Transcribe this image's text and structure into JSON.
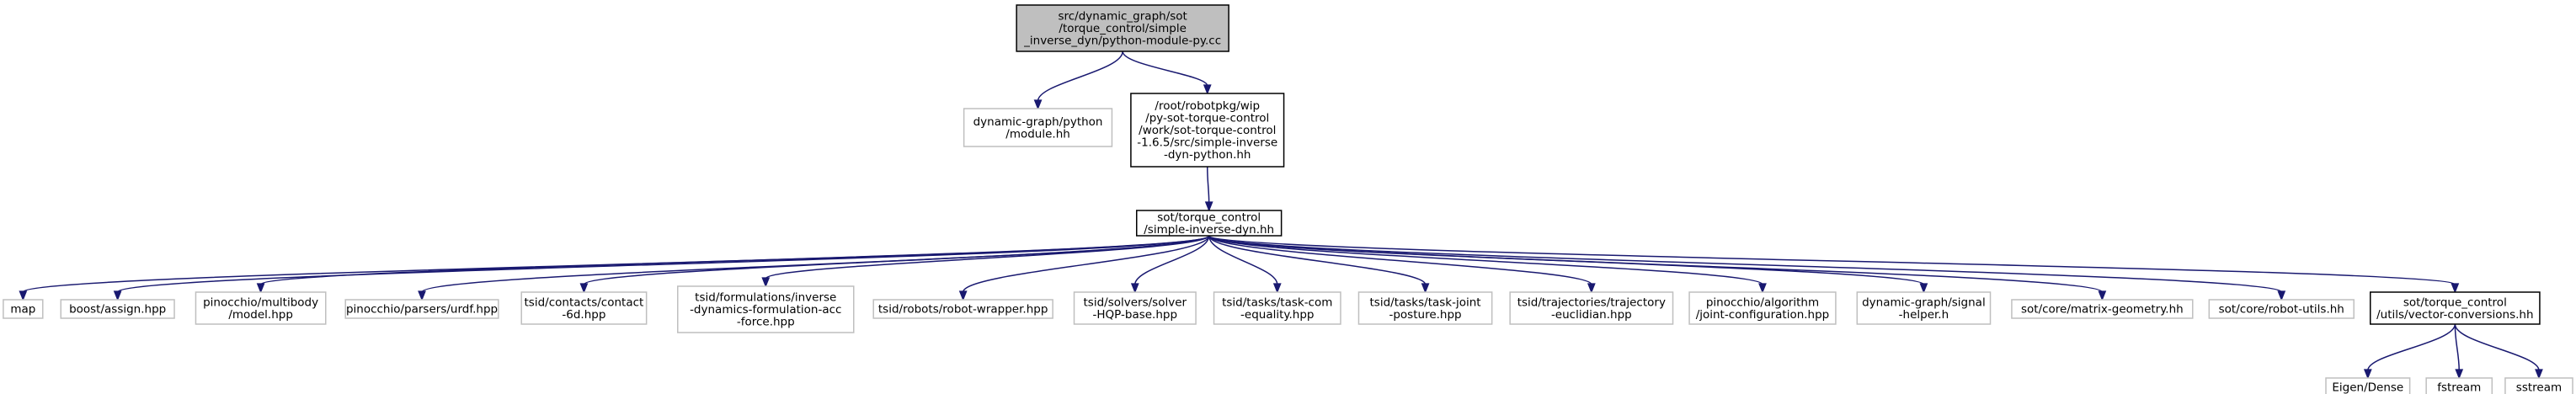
{
  "diagram": {
    "type": "include-dependency-graph",
    "colors": {
      "edge": "#191970",
      "root_fill": "#bfbfbf",
      "linked_border": "#000000",
      "plain_border": "#bfbfbf"
    },
    "nodes": [
      {
        "id": "root",
        "style": "root",
        "lines": [
          "src/dynamic_graph/sot",
          "/torque_control/simple",
          "_inverse_dyn/python-module-py.cc"
        ]
      },
      {
        "id": "module",
        "style": "plain",
        "lines": [
          "dynamic-graph/python",
          "/module.hh"
        ]
      },
      {
        "id": "pyhh",
        "style": "linked",
        "lines": [
          "/root/robotpkg/wip",
          "/py-sot-torque-control",
          "/work/sot-torque-control",
          "-1.6.5/src/simple-inverse",
          "-dyn-python.hh"
        ]
      },
      {
        "id": "sid",
        "style": "linked",
        "lines": [
          "sot/torque_control",
          "/simple-inverse-dyn.hh"
        ]
      },
      {
        "id": "map",
        "style": "plain",
        "lines": [
          "map"
        ]
      },
      {
        "id": "assign",
        "style": "plain",
        "lines": [
          "boost/assign.hpp"
        ]
      },
      {
        "id": "model",
        "style": "plain",
        "lines": [
          "pinocchio/multibody",
          "/model.hpp"
        ]
      },
      {
        "id": "urdf",
        "style": "plain",
        "lines": [
          "pinocchio/parsers/urdf.hpp"
        ]
      },
      {
        "id": "contact",
        "style": "plain",
        "lines": [
          "tsid/contacts/contact",
          "-6d.hpp"
        ]
      },
      {
        "id": "formulation",
        "style": "plain",
        "lines": [
          "tsid/formulations/inverse",
          "-dynamics-formulation-acc",
          "-force.hpp"
        ]
      },
      {
        "id": "robotwrapper",
        "style": "plain",
        "lines": [
          "tsid/robots/robot-wrapper.hpp"
        ]
      },
      {
        "id": "solver",
        "style": "plain",
        "lines": [
          "tsid/solvers/solver",
          "-HQP-base.hpp"
        ]
      },
      {
        "id": "taskcom",
        "style": "plain",
        "lines": [
          "tsid/tasks/task-com",
          "-equality.hpp"
        ]
      },
      {
        "id": "taskjoint",
        "style": "plain",
        "lines": [
          "tsid/tasks/task-joint",
          "-posture.hpp"
        ]
      },
      {
        "id": "traj",
        "style": "plain",
        "lines": [
          "tsid/trajectories/trajectory",
          "-euclidian.hpp"
        ]
      },
      {
        "id": "jointconf",
        "style": "plain",
        "lines": [
          "pinocchio/algorithm",
          "/joint-configuration.hpp"
        ]
      },
      {
        "id": "signal",
        "style": "plain",
        "lines": [
          "dynamic-graph/signal",
          "-helper.h"
        ]
      },
      {
        "id": "matrixgeom",
        "style": "plain",
        "lines": [
          "sot/core/matrix-geometry.hh"
        ]
      },
      {
        "id": "robotutils",
        "style": "plain",
        "lines": [
          "sot/core/robot-utils.hh"
        ]
      },
      {
        "id": "vecconv",
        "style": "linked",
        "lines": [
          "sot/torque_control",
          "/utils/vector-conversions.hh"
        ]
      },
      {
        "id": "eigen",
        "style": "plain",
        "lines": [
          "Eigen/Dense"
        ]
      },
      {
        "id": "fstream",
        "style": "plain",
        "lines": [
          "fstream"
        ]
      },
      {
        "id": "sstream",
        "style": "plain",
        "lines": [
          "sstream"
        ]
      }
    ],
    "edges": [
      {
        "from": "root",
        "to": "module"
      },
      {
        "from": "root",
        "to": "pyhh"
      },
      {
        "from": "pyhh",
        "to": "sid"
      },
      {
        "from": "sid",
        "to": "map"
      },
      {
        "from": "sid",
        "to": "assign"
      },
      {
        "from": "sid",
        "to": "model"
      },
      {
        "from": "sid",
        "to": "urdf"
      },
      {
        "from": "sid",
        "to": "contact"
      },
      {
        "from": "sid",
        "to": "formulation"
      },
      {
        "from": "sid",
        "to": "robotwrapper"
      },
      {
        "from": "sid",
        "to": "solver"
      },
      {
        "from": "sid",
        "to": "taskcom"
      },
      {
        "from": "sid",
        "to": "taskjoint"
      },
      {
        "from": "sid",
        "to": "traj"
      },
      {
        "from": "sid",
        "to": "jointconf"
      },
      {
        "from": "sid",
        "to": "signal"
      },
      {
        "from": "sid",
        "to": "matrixgeom"
      },
      {
        "from": "sid",
        "to": "robotutils"
      },
      {
        "from": "sid",
        "to": "vecconv"
      },
      {
        "from": "vecconv",
        "to": "eigen"
      },
      {
        "from": "vecconv",
        "to": "fstream"
      },
      {
        "from": "vecconv",
        "to": "sstream"
      }
    ]
  }
}
